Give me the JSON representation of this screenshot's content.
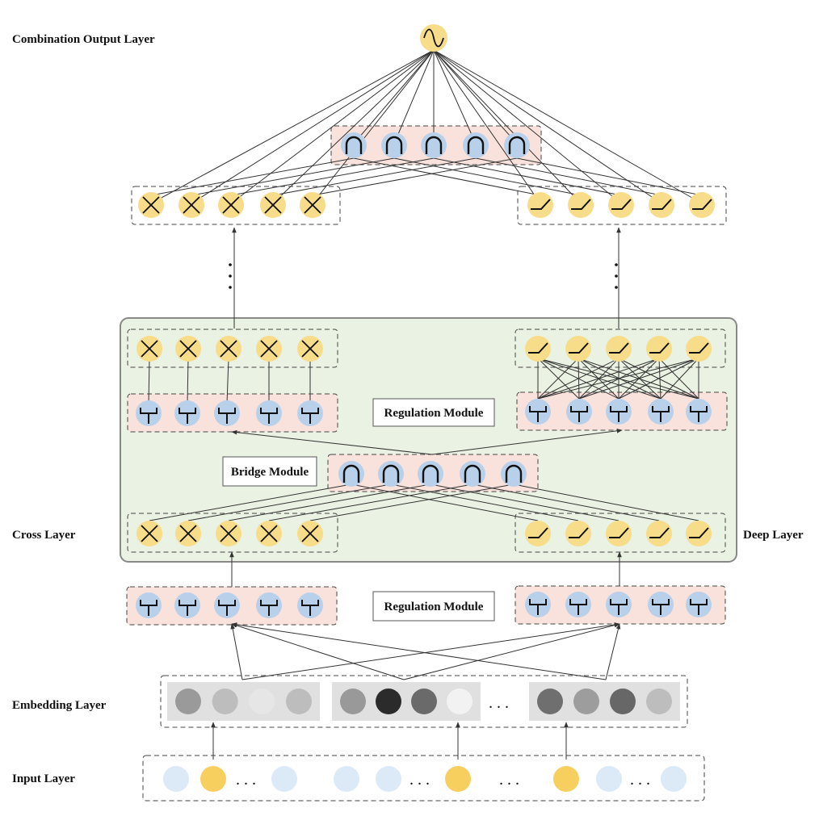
{
  "layers": {
    "combination_output": "Combination Output Layer",
    "cross": "Cross Layer",
    "deep": "Deep Layer",
    "embedding": "Embedding Layer",
    "input": "Input Layer"
  },
  "modules": {
    "regulation_upper": "Regulation Module",
    "bridge": "Bridge Module",
    "regulation_lower": "Regulation Module"
  },
  "ellipsis": ". . .",
  "node_icons": {
    "output": "sine-icon",
    "cross": "cross-multiply-icon",
    "deep": "relu-activation-icon",
    "bridge": "intersection-icon",
    "gate": "gate-icon"
  },
  "colors": {
    "yellow_node": "#f7dc8a",
    "blue_node": "#b9d0ea",
    "input_blue": "#dce9f7",
    "input_yellow": "#f7cf5f",
    "pink_panel": "#f9e2dc",
    "green_panel": "#eaf2e3",
    "gray_panel": "#e0e0e0"
  },
  "embedding_groups": [
    [
      "#9a9a9a",
      "#bdbdbd",
      "#e6e6e6",
      "#bdbdbd"
    ],
    [
      "#999999",
      "#2b2b2b",
      "#6a6a6a",
      "#f2f2f2"
    ],
    [
      "#6f6f6f",
      "#9d9d9d",
      "#676767",
      "#bdbdbd"
    ]
  ]
}
